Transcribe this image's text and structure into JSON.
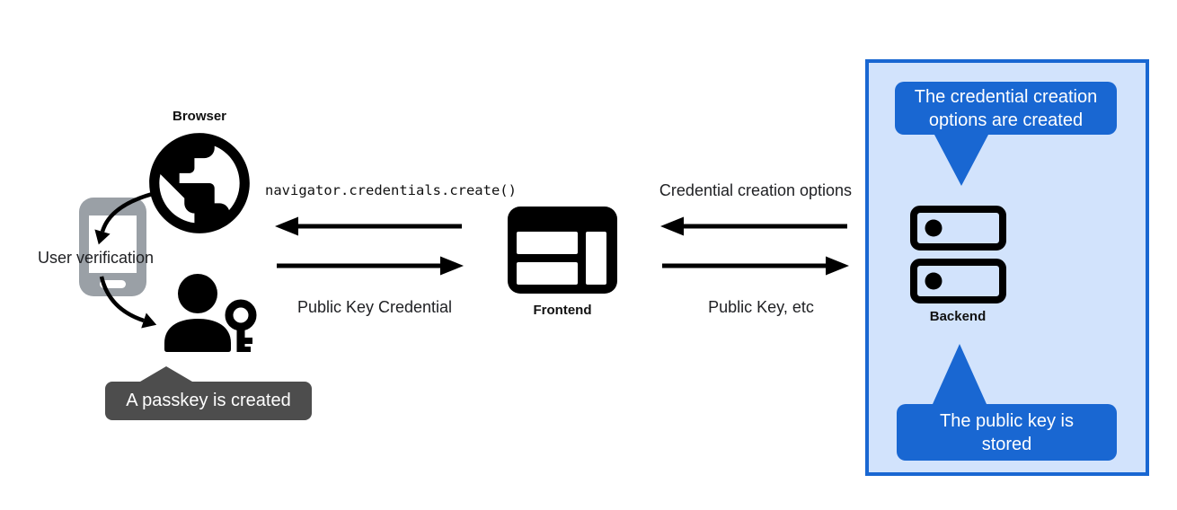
{
  "colors": {
    "accentBlue": "#1967d2",
    "panelBlue": "#d2e3fc",
    "tooltipGray": "#4d4d4d",
    "phoneGray": "#9aa0a6",
    "ink": "#000000",
    "textDark": "#202124",
    "white": "#ffffff"
  },
  "browser_group": {
    "label": "Browser",
    "globe_icon": "globe-icon",
    "phone_icon": "smartphone-icon",
    "person_key_icon": "person-with-key-icon",
    "user_verification_label": "User verification",
    "passkey_tooltip": "A passkey is created"
  },
  "frontend_group": {
    "label": "Frontend",
    "icon": "browser-window-icon"
  },
  "backend_group": {
    "label": "Backend",
    "icon": "server-stack-icon",
    "tooltip_top": "The credential creation options are created",
    "tooltip_bottom": "The public key is stored"
  },
  "messages": {
    "frontend_to_browser": "navigator.credentials.create()",
    "browser_to_frontend": "Public Key Credential",
    "backend_to_frontend": "Credential creation options",
    "frontend_to_backend": "Public Key, etc"
  }
}
